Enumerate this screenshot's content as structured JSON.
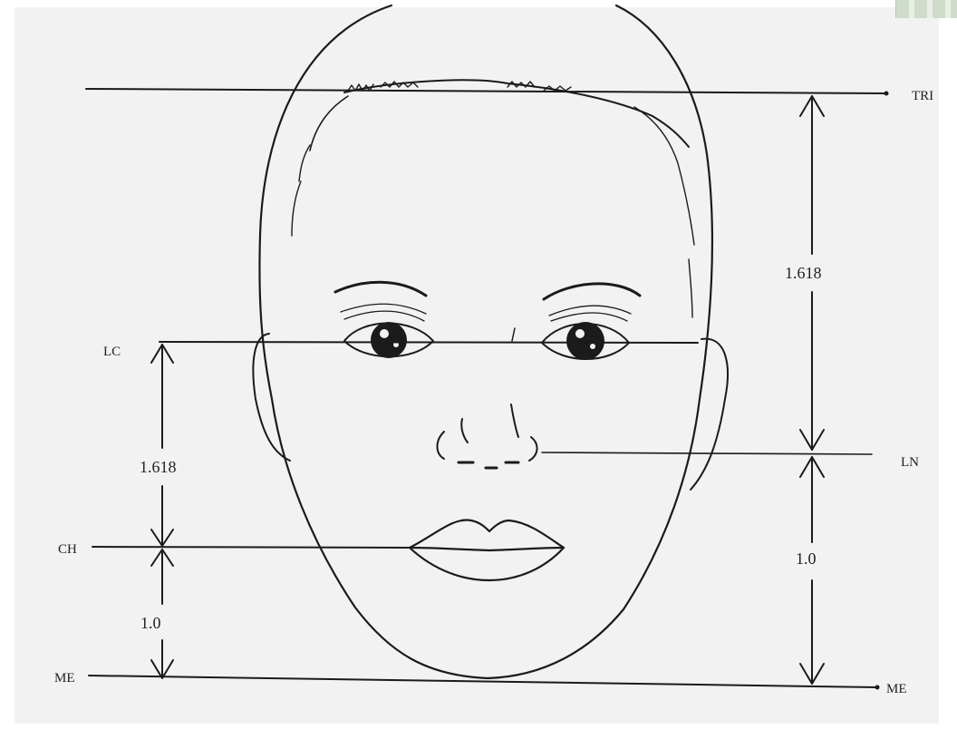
{
  "diagram": {
    "labels": {
      "tri": "TRI",
      "lc": "LC",
      "ln": "LN",
      "ch": "CH",
      "me_left": "ME",
      "me_right": "ME"
    },
    "ratios": {
      "right_upper": "1.618",
      "right_lower": "1.0",
      "left_upper": "1.618",
      "left_lower": "1.0"
    }
  },
  "colors": {
    "ink": "#1b1b1b",
    "paper": "#f2f2f2",
    "corner_mark": "#cfdccb"
  }
}
